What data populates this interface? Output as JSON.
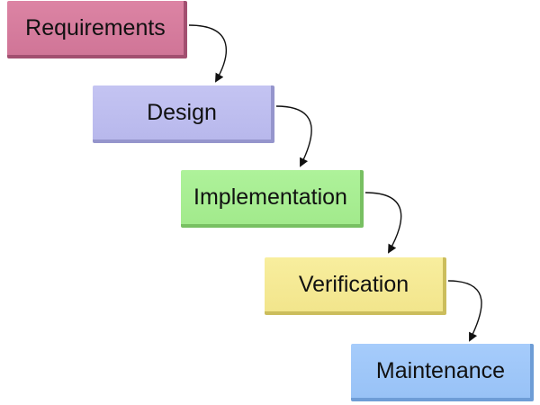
{
  "diagram": {
    "stages": [
      {
        "label": "Requirements",
        "color": "#d87a9c"
      },
      {
        "label": "Design",
        "color": "#bcbcef"
      },
      {
        "label": "Implementation",
        "color": "#a6ee92"
      },
      {
        "label": "Verification",
        "color": "#f5ea95"
      },
      {
        "label": "Maintenance",
        "color": "#9ec7f8"
      }
    ],
    "arrow_color": "#111111"
  }
}
